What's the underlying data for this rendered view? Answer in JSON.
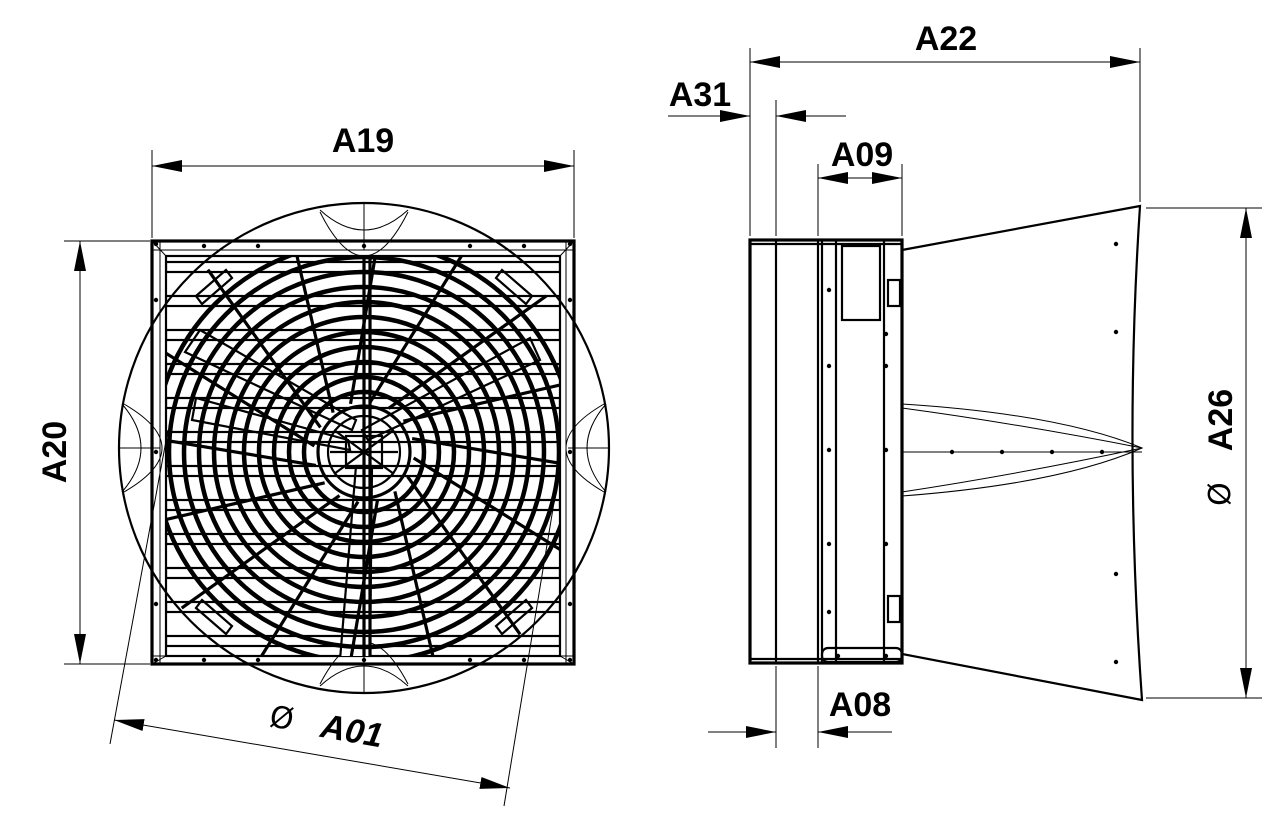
{
  "front_view": {
    "width_label": "A19",
    "height_label": "A20",
    "diameter_symbol": "Ø",
    "diameter_label": "A01"
  },
  "side_view": {
    "total_length_label": "A22",
    "front_offset_label": "A31",
    "frame_depth_label": "A09",
    "lower_offset_label": "A08",
    "diameter_symbol": "Ø",
    "cone_diameter_label": "A26"
  },
  "colors": {
    "line": "#000000",
    "background": "#ffffff"
  }
}
